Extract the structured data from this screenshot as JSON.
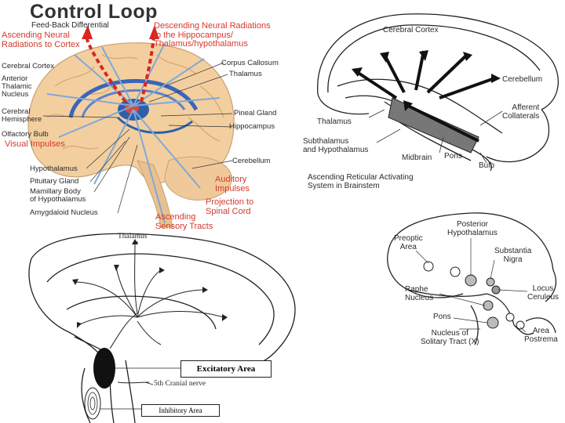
{
  "panel_a": {
    "title": "Control Loop",
    "feedback": "Feed-Back Differential",
    "ascending_neural": [
      "Ascending Neural",
      "Radiations to Cortex"
    ],
    "descending_neural": [
      "Descending Neural Radiations",
      "to the Hippocampus/",
      "Thalamus/hypothalamus"
    ],
    "cerebral_cortex": "Cerebral Cortex",
    "anterior_thalamic": [
      "Anterior",
      "Thalamic",
      "Nucleus"
    ],
    "cerebral_hemisphere": [
      "Cerebral",
      "Hemisphere"
    ],
    "olfactory_bulb": "Olfactory Bulb",
    "visual_impulses": "Visual Impulses",
    "corpus_callosum": "Corpus Callosum",
    "thalamus": "Thalamus",
    "pineal_gland": "Pineal Gland",
    "hippocampus": "Hippocampus",
    "cerebellum": "Cerebellum",
    "hypothalamus": "Hypothalamus",
    "pituitary": "Pituitary Gland",
    "mamillary": [
      "Mamillary Body",
      "of Hypothalamus"
    ],
    "amygdaloid": "Amygdaloid Nucleus",
    "auditory": [
      "Auditory",
      "Impulses"
    ],
    "projection": [
      "Projection to",
      "Spinal Cord"
    ],
    "ascending_sensory": [
      "Ascending",
      "Sensory Tracts"
    ]
  },
  "panel_b": {
    "cerebral_cortex": "Cerebral Cortex",
    "cerebellum": "Cerebellum",
    "afferent": [
      "Afferent",
      "Collaterals"
    ],
    "thalamus": "Thalamus",
    "subthalamus": [
      "Subthalamus",
      "and Hypothalamus"
    ],
    "midbrain": "Midbrain",
    "pons": "Pons",
    "bulb": "Bulb",
    "ascending_reticular": [
      "Ascending Reticular Activating",
      "System in Brainstem"
    ]
  },
  "panel_c": {
    "thalamus": "Thalamus",
    "excitatory": "Excitatory Area",
    "cranial": "5th Cranial nerve",
    "inhibitory": "Inhibitory Area"
  },
  "panel_d": {
    "posterior": [
      "Posterior",
      "Hypothalamus"
    ],
    "preoptic": [
      "Preoptic",
      "Area"
    ],
    "substantia": [
      "Substantia",
      "Nigra"
    ],
    "raphe": [
      "Raphe",
      "Nucleus"
    ],
    "locus": [
      "Locus",
      "Ceruleus"
    ],
    "pons": "Pons",
    "area_postrema": [
      "Area",
      "Postrema"
    ],
    "solitary": [
      "Nucleus of",
      "Solitary Tract (X)"
    ]
  }
}
